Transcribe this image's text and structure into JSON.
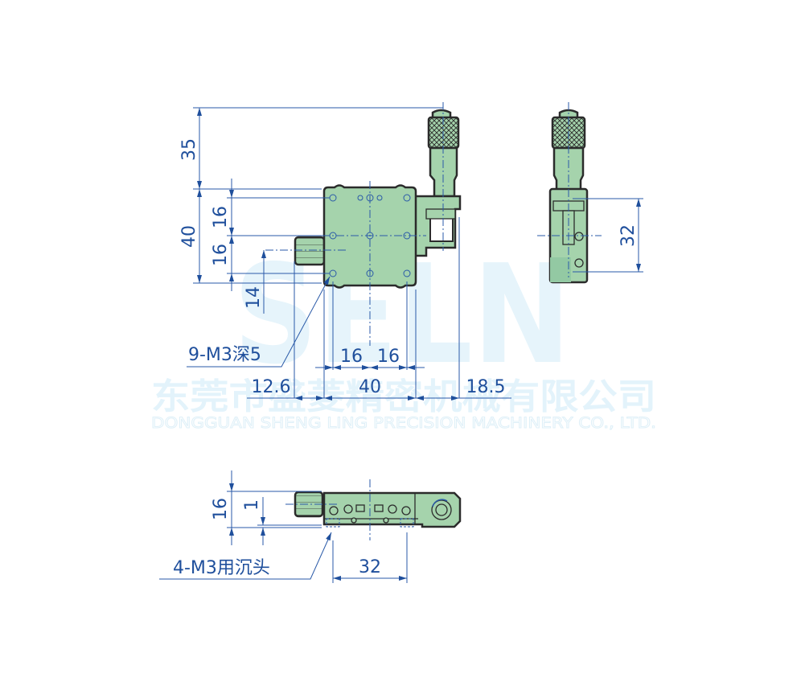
{
  "watermark": {
    "logo": "SELN",
    "company_cn": "东莞市盛菱精密机械有限公司",
    "company_en": "DONGGUAN SHENG LING PRECISION MACHINERY CO., LTD."
  },
  "top_view": {
    "dims": {
      "height_micrometer": "35",
      "height_total": "40",
      "hole_pitch_upper": "16",
      "hole_pitch_lower": "16",
      "knob_offset": "14",
      "hole_pitch_x1": "16",
      "hole_pitch_x2": "16",
      "left_offset": "12.6",
      "width_total": "40",
      "right_offset": "18.5"
    },
    "callout": "9-M3深5"
  },
  "side_view": {
    "dims": {
      "mount_pitch": "32"
    }
  },
  "front_view": {
    "dims": {
      "height_total": "16",
      "offset_small": "1",
      "mount_pitch": "32"
    },
    "callout": "4-M3用沉头"
  },
  "colors": {
    "body_fill": "#a5d3ac",
    "outline": "#2b2b2b",
    "dimension": "#1f4f9c",
    "watermark": "#e3f3fb"
  }
}
